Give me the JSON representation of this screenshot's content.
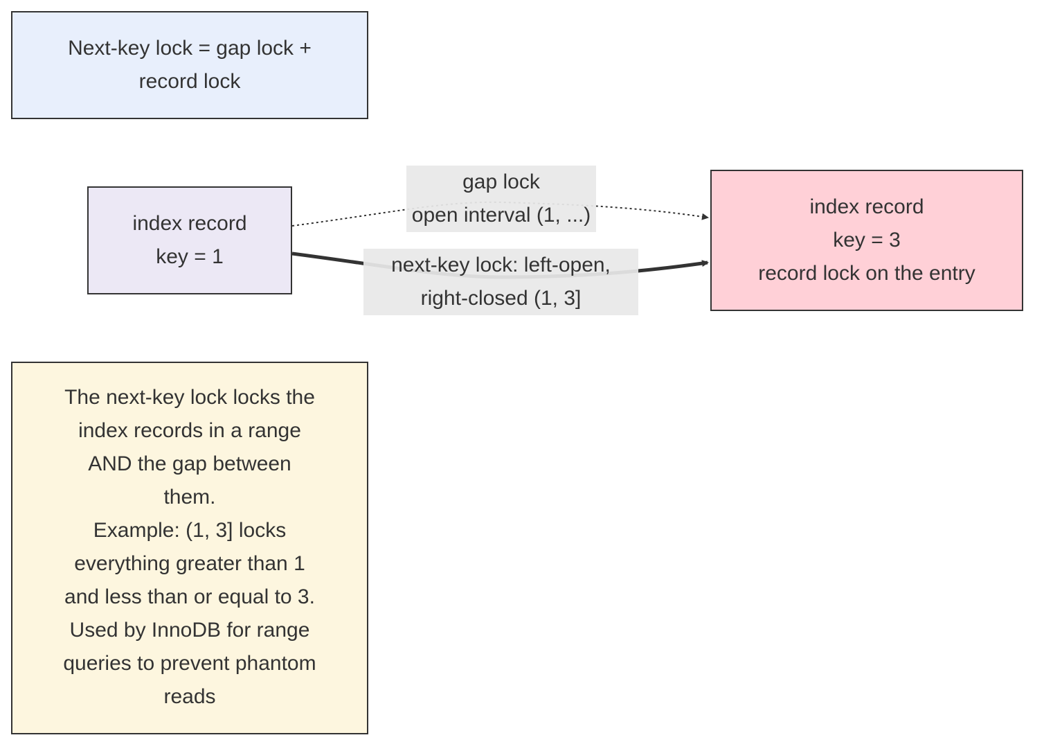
{
  "nodes": {
    "title_note": {
      "lines": [
        "Next-key lock = gap lock +",
        "record lock"
      ],
      "fill": "#e8effc"
    },
    "record_1": {
      "lines": [
        "index record",
        "key = 1"
      ],
      "fill": "#ece8f5"
    },
    "record_3": {
      "lines": [
        "index record",
        "key = 3",
        "record lock on the entry"
      ],
      "fill": "#ffd0d7"
    },
    "explain_note": {
      "lines": [
        "The next-key lock locks the",
        "index records in a range",
        "AND the gap between",
        "them.",
        "Example: (1, 3] locks",
        "everything greater than 1",
        "and less than or equal to 3.",
        "Used by InnoDB for range",
        "queries to prevent phantom",
        "reads"
      ],
      "fill": "#fdf6df"
    }
  },
  "edges": {
    "gap_lock": {
      "from": "record_1",
      "to": "record_3",
      "style": "dotted",
      "label_lines": [
        "gap lock",
        "open interval (1, ...)"
      ]
    },
    "next_key_lock": {
      "from": "record_1",
      "to": "record_3",
      "style": "thick",
      "label_lines": [
        "next-key lock: left-open,",
        "right-closed (1, 3]"
      ]
    }
  },
  "colors": {
    "stroke": "#333333",
    "label_background": "#e8e8e8"
  }
}
